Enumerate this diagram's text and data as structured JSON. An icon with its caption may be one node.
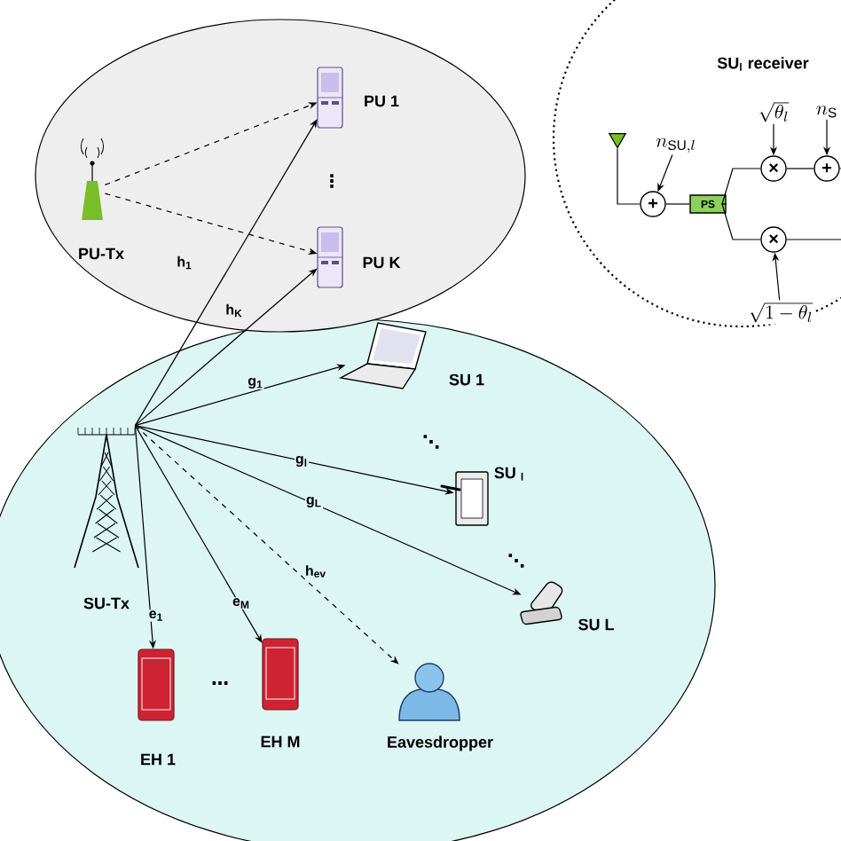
{
  "diagram": {
    "nodes": [
      {
        "text": [],
        "shape": "ellipse"
      },
      {
        "text": [
          "PU-Tx"
        ],
        "in": 0
      },
      {
        "text": [
          "PU 1"
        ],
        "in": 0
      },
      {
        "text": [
          "PU K"
        ],
        "in": 0
      },
      {
        "text": [],
        "shape": "ellipse"
      },
      {
        "text": [
          "SU-Tx"
        ],
        "in": 4
      },
      {
        "text": [
          "SU 1"
        ],
        "in": 4
      },
      {
        "text": [
          "SU $_{l}$"
        ],
        "in": 4
      },
      {
        "text": [
          "SU L"
        ],
        "in": 4
      },
      {
        "text": [
          "EH 1"
        ],
        "in": 4
      },
      {
        "text": [
          "EH M"
        ],
        "in": 4
      },
      {
        "text": [
          "Eavesdropper"
        ],
        "in": 4
      },
      {
        "text": [
          "SU$_{l}$ receiver"
        ]
      },
      {
        "text": [],
        "shape": "triangle",
        "in": 12
      },
      {
        "text": [
          "+"
        ],
        "in": 12
      },
      {
        "text": [
          "PS"
        ],
        "in": 12
      },
      {
        "text": [
          "×"
        ],
        "in": 12
      },
      {
        "text": [
          "+"
        ],
        "in": 12
      },
      {
        "text": [
          "×"
        ],
        "in": 12
      },
      {
        "text": [
          "n_{\\mathrm{SU},l}"
        ],
        "in": 12
      },
      {
        "text": [
          "\\sqrt{\\theta_l}"
        ],
        "in": 12
      },
      {
        "text": [
          "n_{\\mathrm{S}}"
        ],
        "in": 12
      },
      {
        "text": [
          "\\sqrt{1-\\theta_l}"
        ],
        "in": 12
      }
    ],
    "edges": [
      {
        "from": 1,
        "to": 2,
        "arrow": "to",
        "style": "dashed"
      },
      {
        "from": 1,
        "to": 3,
        "arrow": "to",
        "style": "dashed"
      },
      {
        "from": 5,
        "to": 2,
        "arrow": "to",
        "label": "h$_{1}$"
      },
      {
        "from": 5,
        "to": 3,
        "arrow": "to",
        "label": "h$_{K}$"
      },
      {
        "from": 5,
        "to": 6,
        "arrow": "to",
        "label": "g$_{1}$"
      },
      {
        "from": 5,
        "to": 7,
        "arrow": "to",
        "label": "g$_{l}$"
      },
      {
        "from": 5,
        "to": 8,
        "arrow": "to",
        "label": "g$_{L}$"
      },
      {
        "from": 5,
        "to": 9,
        "arrow": "to",
        "label": "e$_{1}$"
      },
      {
        "from": 5,
        "to": 10,
        "arrow": "to",
        "label": "e$_{M}$"
      },
      {
        "from": 5,
        "to": 11,
        "arrow": "to",
        "style": "dashed",
        "label": "h$_{ev}$"
      },
      {
        "from": 13,
        "to": 14,
        "arrow": "none"
      },
      {
        "from": 19,
        "to": 14,
        "arrow": "to"
      },
      {
        "from": 14,
        "to": 15,
        "arrow": "none"
      },
      {
        "from": 15,
        "to": 16,
        "arrow": "none"
      },
      {
        "from": 15,
        "to": 18,
        "arrow": "none"
      },
      {
        "from": 20,
        "to": 16,
        "arrow": "to"
      },
      {
        "from": 16,
        "to": 17,
        "arrow": "none"
      },
      {
        "from": 21,
        "to": 17,
        "arrow": "to"
      },
      {
        "from": 17,
        "to": null,
        "arrow": "none"
      },
      {
        "from": 18,
        "to": null,
        "arrow": "none"
      },
      {
        "from": 22,
        "to": 18,
        "arrow": "to"
      }
    ],
    "labels": [
      "⋮",
      "⋱",
      "⋱",
      "…"
    ]
  }
}
